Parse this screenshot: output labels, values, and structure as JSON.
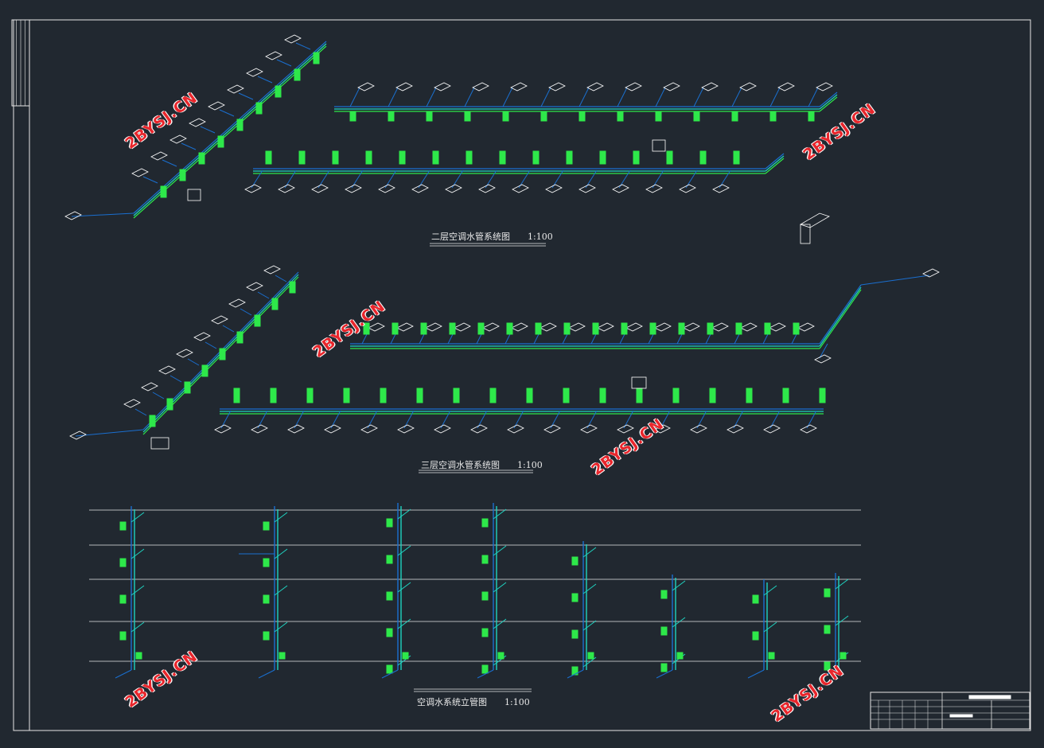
{
  "drawings": [
    {
      "title": "二层空调水管系统图",
      "scale": "1:100"
    },
    {
      "title": "三层空调水管系统图",
      "scale": "1:100"
    },
    {
      "title": "空调水系统立管图",
      "scale": "1:100"
    }
  ],
  "watermark": "2BYSJ.CN",
  "colors": {
    "background": "#212830",
    "pipe_blue": "#1a6fd0",
    "pipe_cyan": "#1fd3c0",
    "tag_green": "#2ee84a",
    "line_white": "#e6e6e6"
  }
}
